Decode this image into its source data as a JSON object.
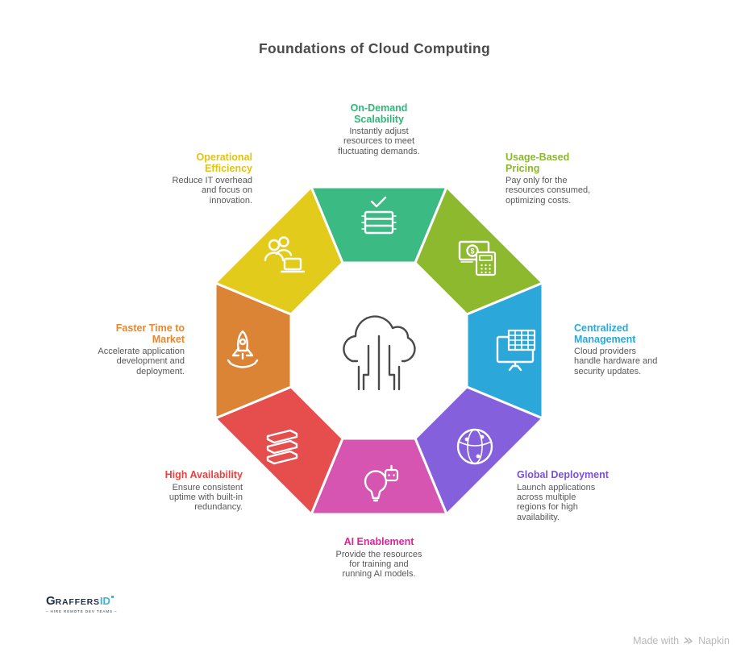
{
  "page": {
    "title": "Foundations of Cloud Computing",
    "background": "#ffffff",
    "title_color": "#4a4a4a"
  },
  "center": {
    "icon": "cloud-circuit-icon"
  },
  "segments": [
    {
      "key": "on-demand-scalability",
      "position": "top",
      "title": "On-Demand Scalability",
      "description": "Instantly adjust resources to meet fluctuating demands.",
      "color": "#3cba84",
      "title_color": "#2eb878",
      "icon": "server-checklist-icon"
    },
    {
      "key": "usage-based-pricing",
      "position": "top-right",
      "title": "Usage-Based Pricing",
      "description": "Pay only for the resources consumed, optimizing costs.",
      "color": "#8db92e",
      "title_color": "#8cb82b",
      "icon": "money-calculator-icon"
    },
    {
      "key": "centralized-management",
      "position": "right",
      "title": "Centralized Management",
      "description": "Cloud providers handle hardware and security updates.",
      "color": "#2ba7da",
      "title_color": "#29a8dc",
      "icon": "monitor-spreadsheet-icon"
    },
    {
      "key": "global-deployment",
      "position": "bottom-right",
      "title": "Global Deployment",
      "description": "Launch applications across multiple regions for high availability.",
      "color": "#8560dc",
      "title_color": "#7a52d6",
      "icon": "globe-network-icon"
    },
    {
      "key": "ai-enablement",
      "position": "bottom",
      "title": "AI Enablement",
      "description": "Provide the resources for training and running AI models.",
      "color": "#d655b0",
      "title_color": "#e0219c",
      "icon": "lightbulb-robot-icon"
    },
    {
      "key": "high-availability",
      "position": "bottom-left",
      "title": "High Availability",
      "description": "Ensure consistent uptime with built-in redundancy.",
      "color": "#e64d4d",
      "title_color": "#e84343",
      "icon": "server-stack-icon"
    },
    {
      "key": "faster-time-to-market",
      "position": "left",
      "title": "Faster Time to Market",
      "description": "Accelerate application development and deployment.",
      "color": "#dc8435",
      "title_color": "#e8862e",
      "icon": "rocket-launch-icon"
    },
    {
      "key": "operational-efficiency",
      "position": "top-left",
      "title": "Operational Efficiency",
      "description": "Reduce IT overhead and focus on innovation.",
      "color": "#e2cb1a",
      "title_color": "#e0c414",
      "icon": "team-laptop-icon"
    }
  ],
  "glyphs": {
    "dollar": "$"
  },
  "branding": {
    "logo_primary_initial": "G",
    "logo_primary_rest": "RAFFERS",
    "logo_secondary": "ID",
    "logo_tagline": "– HIRE REMOTE DEV TEAMS –"
  },
  "attribution": {
    "prefix": "Made with",
    "brand": "Napkin",
    "icon": "napkin-chevrons-icon"
  }
}
